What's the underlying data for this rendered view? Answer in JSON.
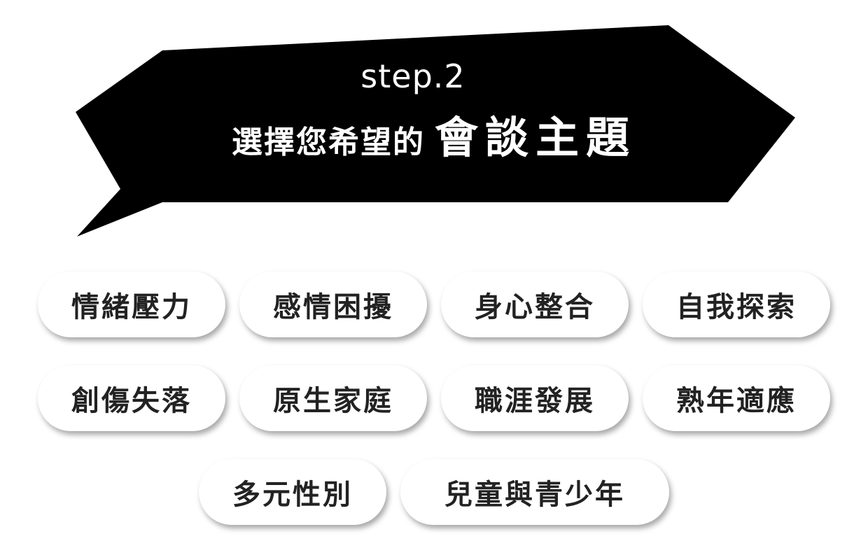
{
  "banner": {
    "step": "step.2",
    "title_prefix": "選擇您希望的",
    "title_emphasis": "會談主題",
    "background_color": "#000000",
    "text_color": "#ffffff"
  },
  "topics": {
    "row1": [
      "情緒壓力",
      "感情困擾",
      "身心整合",
      "自我探索"
    ],
    "row2": [
      "創傷失落",
      "原生家庭",
      "職涯發展",
      "熟年適應"
    ],
    "row3": [
      "多元性別",
      "兒童與青少年"
    ]
  }
}
